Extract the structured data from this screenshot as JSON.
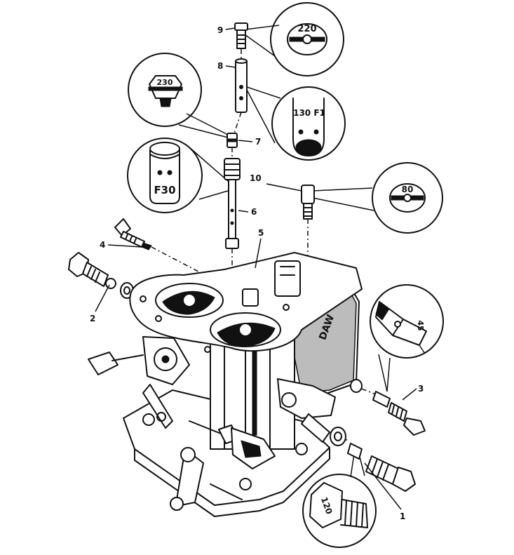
{
  "labels": {
    "n1": "1",
    "n2": "2",
    "n3": "3",
    "n4": "4",
    "n5": "5",
    "n6": "6",
    "n7": "7",
    "n8": "8",
    "n9": "9",
    "n10": "10"
  },
  "callouts": {
    "c9": "220",
    "c7": "230",
    "c8": "130 F1",
    "c6": "F30",
    "c10": "80",
    "c3": "45",
    "c1": "120"
  },
  "casting_text": "DAW"
}
